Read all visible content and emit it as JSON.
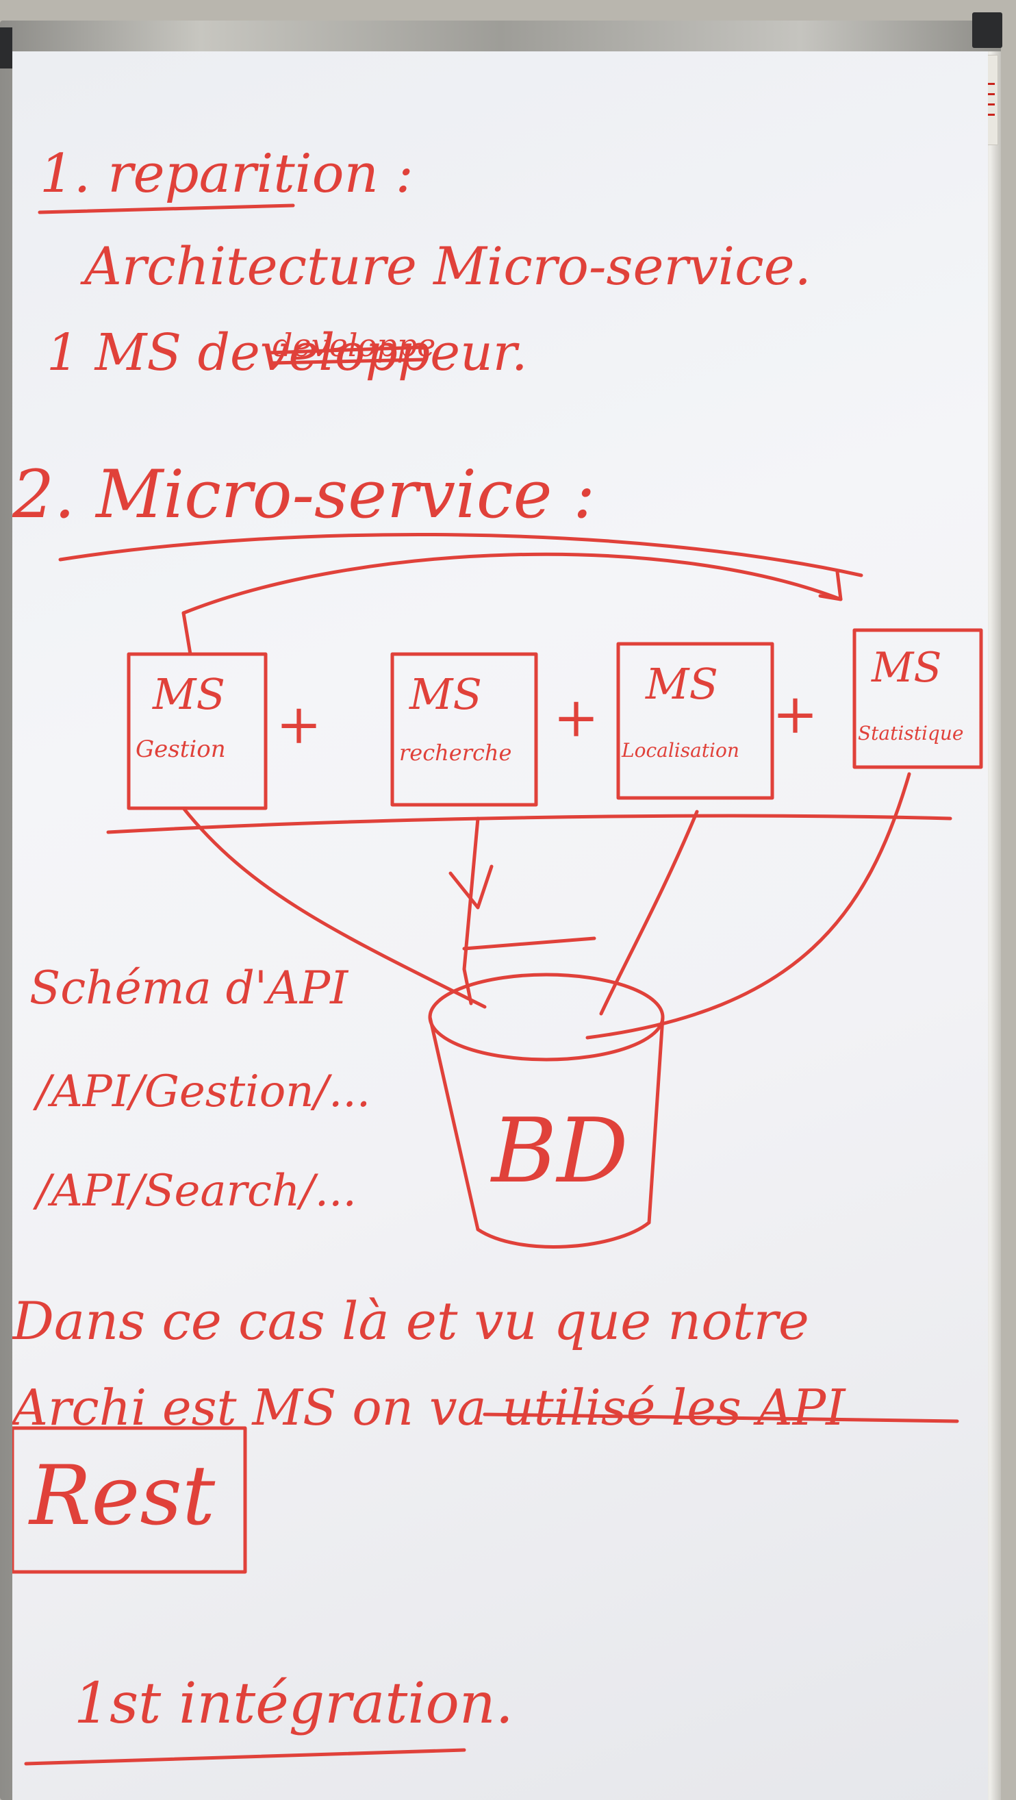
{
  "board": {
    "section1": {
      "heading": "1. reparition :",
      "line1": "Architecture Micro-service.",
      "line2_struck": "developpe",
      "line2": "1 MS developpeur."
    },
    "section2": {
      "heading": "2. Micro-service :",
      "services": [
        {
          "title": "MS",
          "subtitle": "Gestion"
        },
        {
          "title": "MS",
          "subtitle": "recherche"
        },
        {
          "title": "MS",
          "subtitle": "Localisation"
        },
        {
          "title": "MS",
          "subtitle": "Statistique"
        }
      ],
      "plus": "+",
      "database": "BD"
    },
    "api": {
      "title": "Schéma d'API",
      "route1": "/API/Gestion/...",
      "route2": "/API/Search/..."
    },
    "conclusion": {
      "line1": "Dans ce cas là et vu que notre",
      "line2": "Archi est MS on va utilisé les API",
      "boxed": "Rest"
    },
    "footer": "1st intégration."
  },
  "ink_color": "#e0413a"
}
